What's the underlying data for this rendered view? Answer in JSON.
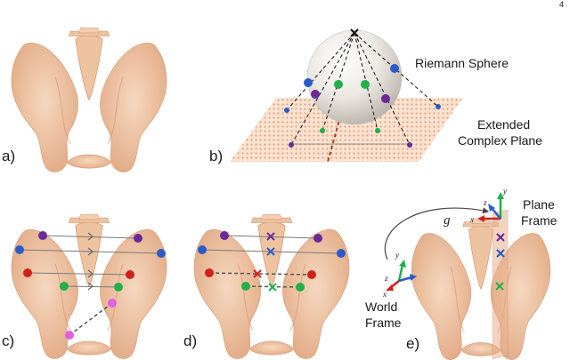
{
  "page_number": "4",
  "panels": {
    "a": {
      "label": "a)"
    },
    "b": {
      "label": "b)",
      "sphere_label": "Riemann Sphere",
      "plane_label_line1": "Extended",
      "plane_label_line2": "Complex Plane"
    },
    "c": {
      "label": "c)"
    },
    "d": {
      "label": "d)"
    },
    "e": {
      "label": "e)",
      "transform_label": "g",
      "plane_frame_line1": "Plane",
      "plane_frame_line2": "Frame",
      "world_frame_line1": "World",
      "world_frame_line2": "Frame",
      "axis_x": "x",
      "axis_y": "y",
      "axis_z": "z"
    }
  },
  "colors": {
    "bone": "#f0c9a8",
    "bone_shadow": "#dfa884",
    "landmark_blue": "#2a5cc8",
    "landmark_purple": "#6a2a9a",
    "landmark_green": "#21b04a",
    "landmark_red": "#d0201c",
    "landmark_magenta": "#e060e0",
    "axis_x": "#d0201c",
    "axis_y": "#21b04a",
    "axis_z": "#2a5cc8"
  }
}
